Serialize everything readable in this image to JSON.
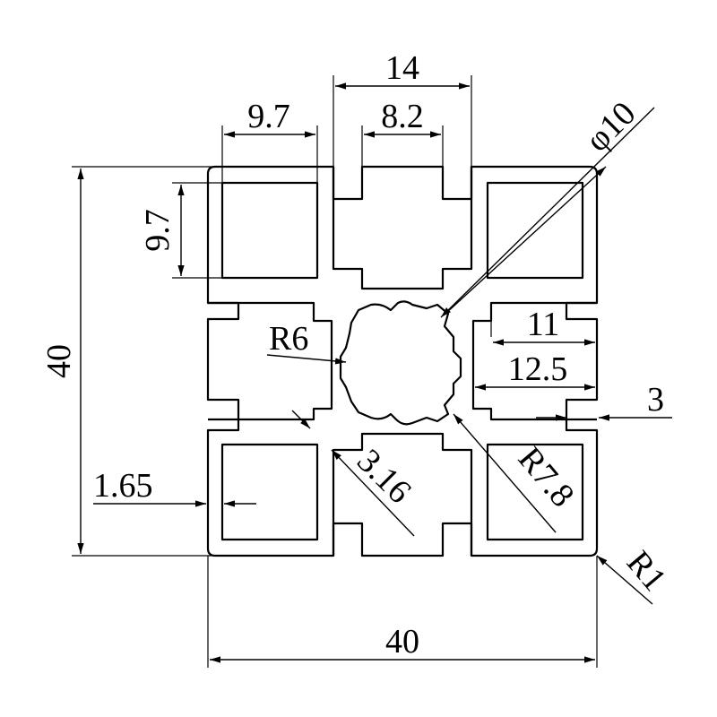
{
  "diagram": {
    "dimensions": {
      "top_slot_width": "14",
      "slot_opening": "8.2",
      "cavity_width": "9.7",
      "cavity_height": "9.7",
      "overall_height": "40",
      "overall_width": "40",
      "center_bore_diameter": "φ10",
      "center_radius": "R6",
      "slot_depth_inner": "11",
      "slot_depth_outer": "12.5",
      "lip_thickness": "3",
      "wall_thickness": "1.65",
      "web_thickness": "3.16",
      "outer_radius_large": "R7.8",
      "corner_radius": "R1"
    }
  }
}
